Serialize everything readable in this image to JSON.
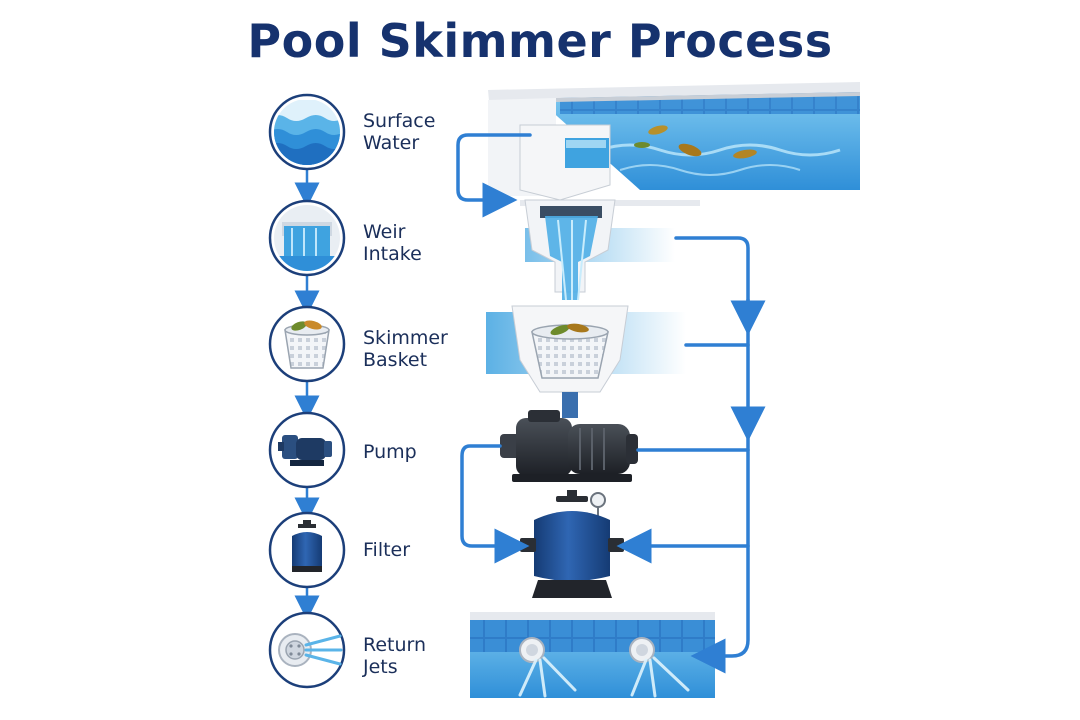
{
  "title": "Pool Skimmer Process",
  "colors": {
    "title": "#16326e",
    "flow_blue": "#2f7fd3",
    "water": "#3fa3e0",
    "tile": "#2f7cc8",
    "pump_body": "#2b2f36",
    "filter_tank": "#1f4f93"
  },
  "steps": [
    {
      "lines": [
        "Surface",
        "Water"
      ],
      "icon": "waves-icon"
    },
    {
      "lines": [
        "Weir",
        "Intake"
      ],
      "icon": "weir-icon"
    },
    {
      "lines": [
        "Skimmer",
        "Basket"
      ],
      "icon": "basket-icon"
    },
    {
      "lines": [
        "Pump"
      ],
      "icon": "pump-icon"
    },
    {
      "lines": [
        "Filter"
      ],
      "icon": "filter-icon"
    },
    {
      "lines": [
        "Return",
        "Jets"
      ],
      "icon": "jet-icon"
    }
  ]
}
